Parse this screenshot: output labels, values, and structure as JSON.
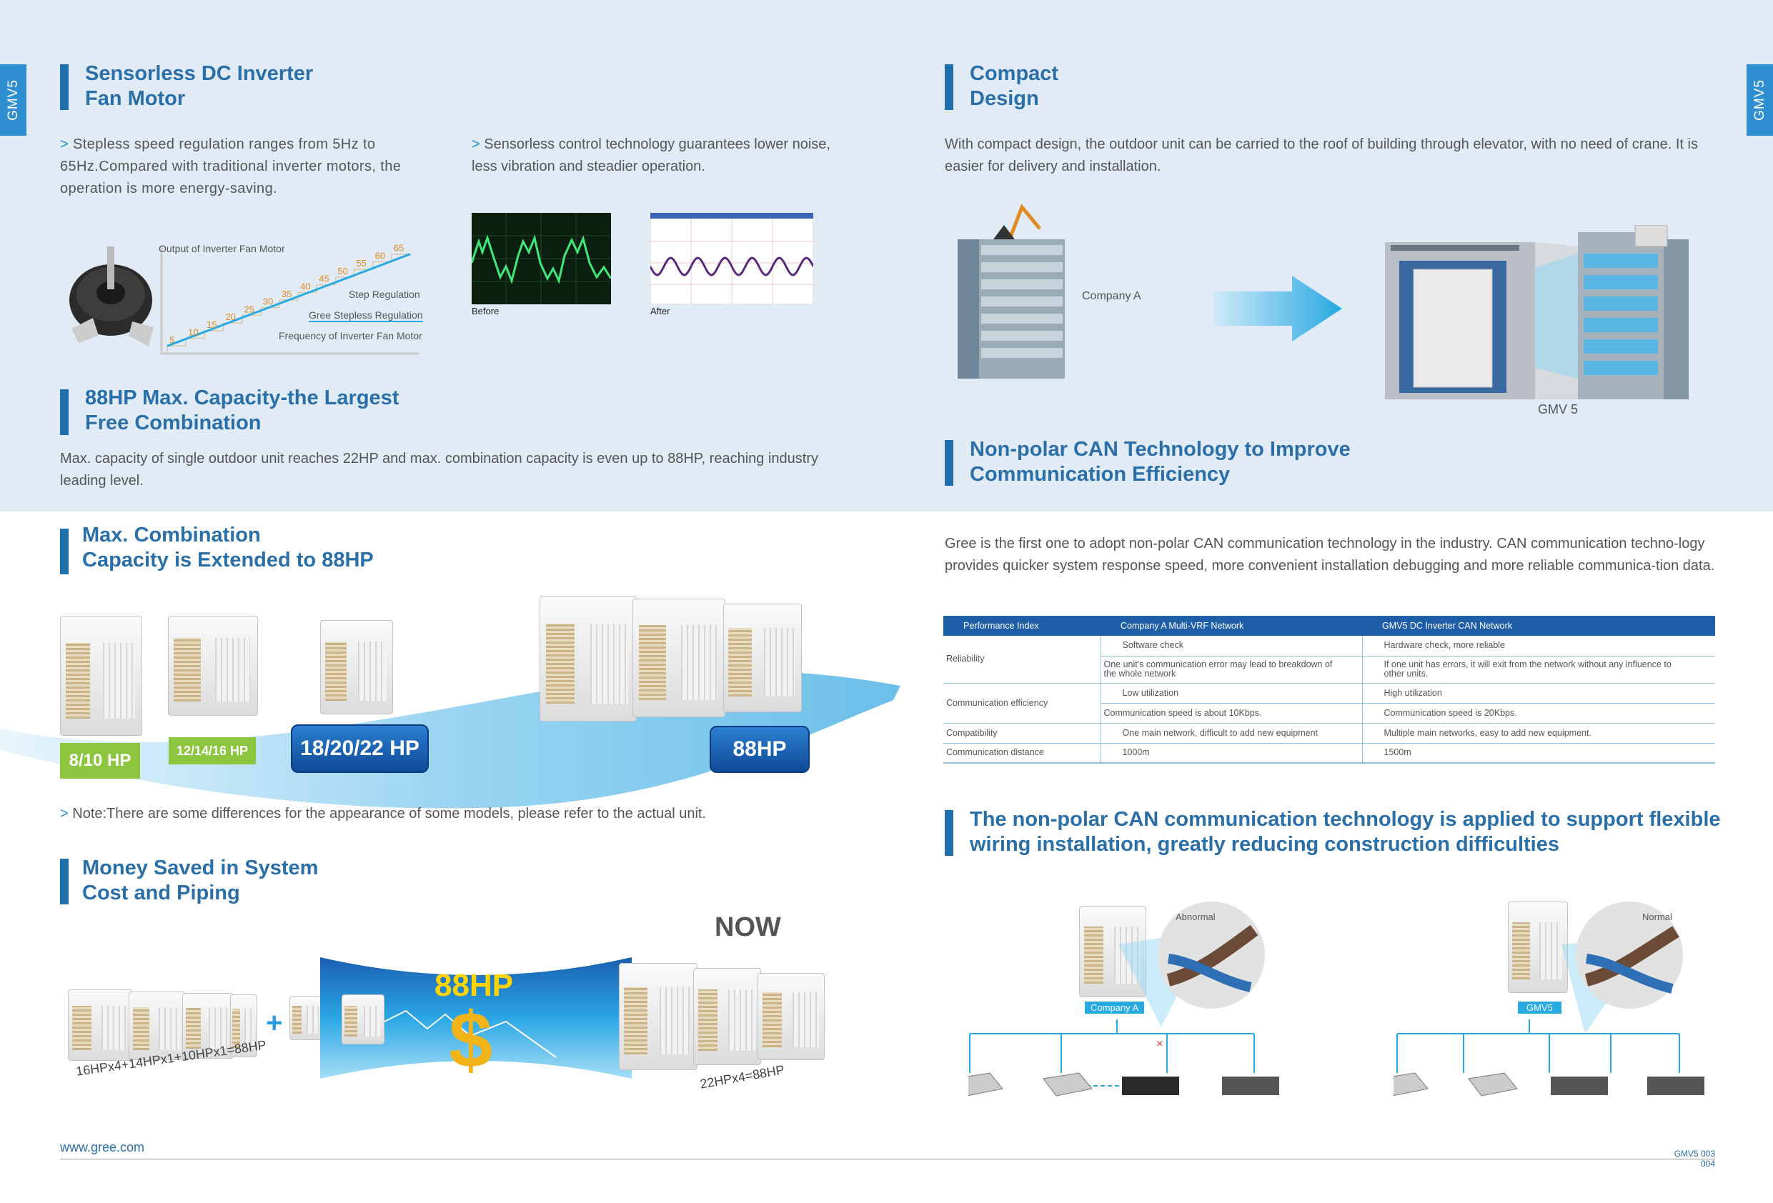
{
  "side_tab": "GMV5",
  "sections": {
    "fan_motor": {
      "title": "Sensorless DC Inverter\nFan Motor",
      "bullet1": "Stepless speed regulation ranges from 5Hz to 65Hz.Compared with traditional inverter motors, the operation is more energy-saving.",
      "bullet2": "Sensorless control technology guarantees lower noise, less vibration and steadier operation."
    },
    "capacity": {
      "title": "88HP Max. Capacity-the Largest\nFree Combination",
      "text": "Max. capacity of single outdoor unit reaches 22HP and max. combination capacity is even up to 88HP, reaching industry leading level."
    },
    "compact": {
      "title": "Compact\nDesign",
      "text": "With compact design, the outdoor unit can be carried to the roof of building through elevator, with no need of crane. It is easier for delivery and installation.",
      "label_a": "Company A",
      "label_b": "GMV 5"
    },
    "can": {
      "title": "Non-polar CAN Technology to Improve\nCommunication Efficiency",
      "text": "Gree is the first one to adopt non-polar CAN communication technology in the industry. CAN communication techno-logy provides quicker system response speed, more convenient installation debugging and more reliable communica-tion data."
    },
    "combination": {
      "title": "Max. Combination\nCapacity is Extended to 88HP",
      "note": "Note:There are some differences for the appearance of some models, please refer to the actual unit.",
      "hp1": "8/10 HP",
      "hp2": "12/14/16 HP",
      "hp3": "18/20/22 HP",
      "hp4": "88HP"
    },
    "money": {
      "title": "Money Saved in System\nCost and Piping",
      "now": "NOW",
      "big": "88HP",
      "dollar": "$",
      "left_formula": "16HPx4+14HPx1+10HPx1=88HP",
      "right_formula": "22HPx4=88HP"
    },
    "wiring": {
      "title": "The non-polar CAN communication technology is applied to support flexible\nwiring installation, greatly reducing construction difficulties",
      "abnormal": "Abnormal",
      "normal": "Normal",
      "company_a": "Company A",
      "gmv5": "GMV5",
      "cross": "×"
    }
  },
  "chart_data": {
    "type": "line",
    "title": "Output of Inverter Fan Motor",
    "xlabel": "Frequency of Inverter Fan Motor",
    "ylabel": "",
    "step_values": [
      5,
      10,
      15,
      20,
      25,
      30,
      35,
      40,
      45,
      50,
      55,
      60,
      65
    ],
    "series": [
      {
        "name": "Step Regulation",
        "values": [
          5,
          10,
          15,
          20,
          25,
          30,
          35,
          40,
          45,
          50,
          55,
          60,
          65
        ]
      },
      {
        "name": "Gree Stepless Regulation",
        "values": [
          5,
          65
        ]
      }
    ],
    "grid": false
  },
  "scope": {
    "before": "Before",
    "after": "After"
  },
  "table": {
    "headers": [
      "Performance Index",
      "Company A Multi-VRF Network",
      "GMV5 DC Inverter CAN Network"
    ],
    "rows": [
      {
        "index": "Reliability",
        "a": [
          "Software check",
          "One unit's communication error may lead to breakdown of the whole network"
        ],
        "b": [
          "Hardware check, more reliable",
          "If one unit has errors, it will exit from the network without any influence to other units."
        ]
      },
      {
        "index": "Communication efficiency",
        "a": [
          "Low utilization",
          "Communication speed is about 10Kbps."
        ],
        "b": [
          "High utilization",
          "Communication speed is 20Kbps."
        ]
      },
      {
        "index": "Compatibility",
        "a": [
          "One main network, difficult to add new equipment"
        ],
        "b": [
          "Multiple main networks, easy to add new equipment."
        ]
      },
      {
        "index": "Communication distance",
        "a": [
          "1000m"
        ],
        "b": [
          "1500m"
        ]
      }
    ]
  },
  "footer": {
    "url": "www.gree.com",
    "page1": "GMV5 003",
    "page2": "004"
  },
  "colors": {
    "accent": "#1f6fad",
    "heading": "#2a6fa8",
    "band": "#e1ebf5",
    "green": "#8cc63f"
  }
}
